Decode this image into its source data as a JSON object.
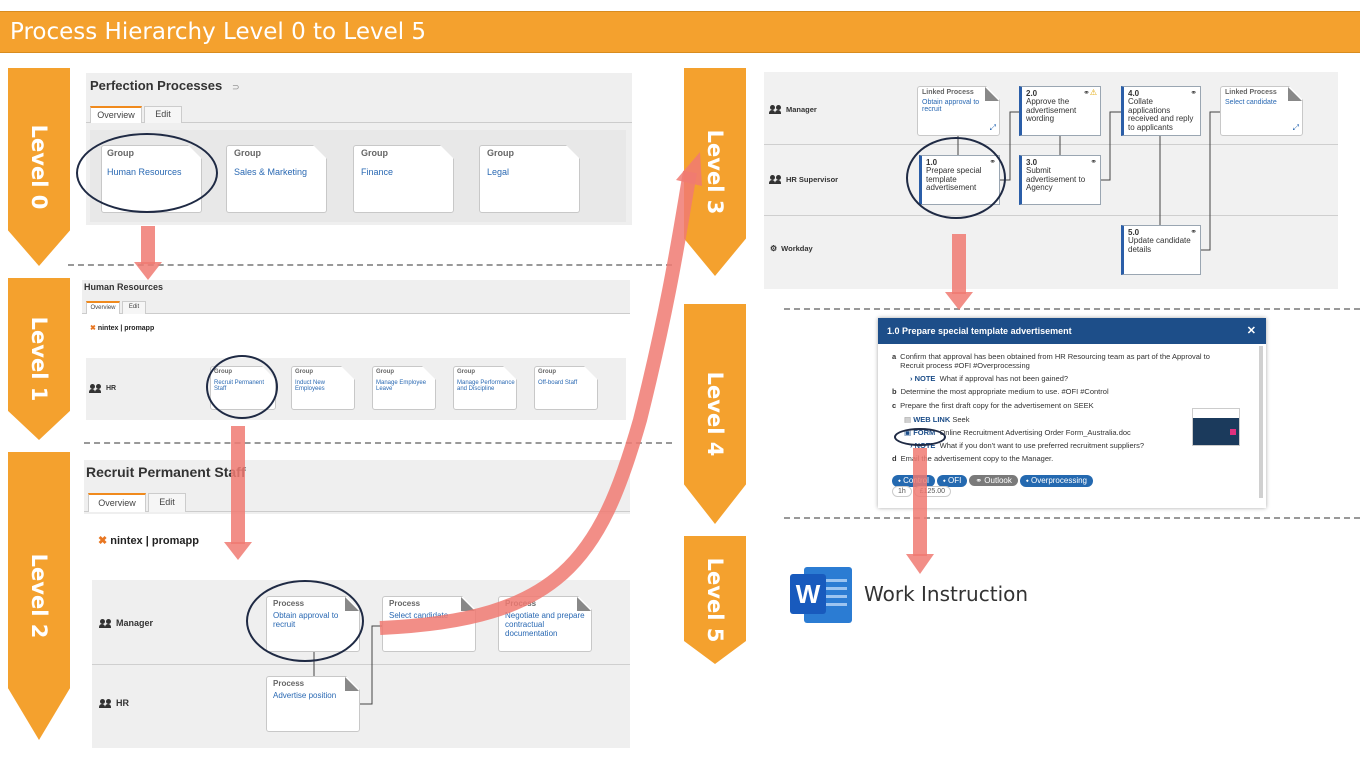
{
  "title": "Process Hierarchy Level 0 to Level 5",
  "levels": [
    "Level 0",
    "Level 1",
    "Level 2",
    "Level 3",
    "Level 4",
    "Level 5"
  ],
  "level0": {
    "title": "Perfection Processes",
    "tabs": [
      "Overview",
      "Edit"
    ],
    "groups": [
      {
        "type": "Group",
        "name": "Human Resources"
      },
      {
        "type": "Group",
        "name": "Sales & Marketing"
      },
      {
        "type": "Group",
        "name": "Finance"
      },
      {
        "type": "Group",
        "name": "Legal"
      }
    ]
  },
  "level1": {
    "title": "Human Resources",
    "tabs": [
      "Overview",
      "Edit"
    ],
    "brand": "nintex | promapp",
    "lane": "HR",
    "groups": [
      {
        "type": "Group",
        "name": "Recruit Permanent Staff"
      },
      {
        "type": "Group",
        "name": "Induct New Employees"
      },
      {
        "type": "Group",
        "name": "Manage Employee Leave"
      },
      {
        "type": "Group",
        "name": "Manage Performance and Discipline"
      },
      {
        "type": "Group",
        "name": "Off-board Staff"
      }
    ]
  },
  "level2": {
    "title": "Recruit Permanent Staff",
    "tabs": [
      "Overview",
      "Edit"
    ],
    "brand": "nintex | promapp",
    "lanes": [
      "Manager",
      "HR"
    ],
    "processes": [
      {
        "type": "Process",
        "name": "Obtain approval to recruit"
      },
      {
        "type": "Process",
        "name": "Select candidate"
      },
      {
        "type": "Process",
        "name": "Negotiate and prepare contractual documentation"
      },
      {
        "type": "Process",
        "name": "Advertise position"
      }
    ]
  },
  "level3": {
    "lanes": [
      "Manager",
      "HR Supervisor",
      "Workday"
    ],
    "linked1": {
      "type": "Linked Process",
      "name": "Obtain approval to recruit"
    },
    "linked2": {
      "type": "Linked Process",
      "name": "Select candidate"
    },
    "steps": [
      {
        "num": "1.0",
        "text": "Prepare special template advertisement"
      },
      {
        "num": "2.0",
        "text": "Approve the advertisement wording"
      },
      {
        "num": "3.0",
        "text": "Submit advertisement to Agency"
      },
      {
        "num": "4.0",
        "text": "Collate applications received and reply to applicants"
      },
      {
        "num": "5.0",
        "text": "Update candidate details"
      }
    ]
  },
  "level4": {
    "header": "1.0  Prepare special template advertisement",
    "close": "✕",
    "items": [
      {
        "letter": "a",
        "text": "Confirm that approval has been obtained from HR Resourcing team as part of the Approval to Recruit process #OFI #Overprocessing"
      },
      {
        "letter": "b",
        "text": "Determine the most appropriate medium to use. #OFI #Control"
      },
      {
        "letter": "c",
        "text": "Prepare the first draft copy for the advertisement on SEEK"
      },
      {
        "letter": "d",
        "text": "Email the advertisement copy to the Manager."
      }
    ],
    "note1": {
      "label": "NOTE",
      "text": "What if approval has not been gained?"
    },
    "weblink": {
      "label": "WEB LINK",
      "text": "Seek"
    },
    "form": {
      "label": "FORM",
      "text": "Online Recruitment Advertising Order Form_Australia.doc"
    },
    "note2": {
      "label": "NOTE",
      "text": "What if you don't want to use preferred recruitment suppliers?"
    },
    "tags": [
      "Control",
      "OFI",
      "Outlook",
      "Overprocessing"
    ],
    "meta": [
      "1h",
      "£125.00"
    ]
  },
  "level5": {
    "label": "Work Instruction",
    "icon_letter": "W"
  },
  "colors": {
    "orange": "#f4a12e",
    "arrow": "#f07a72",
    "navy": "#1d4e89",
    "link": "#2a69b3"
  }
}
